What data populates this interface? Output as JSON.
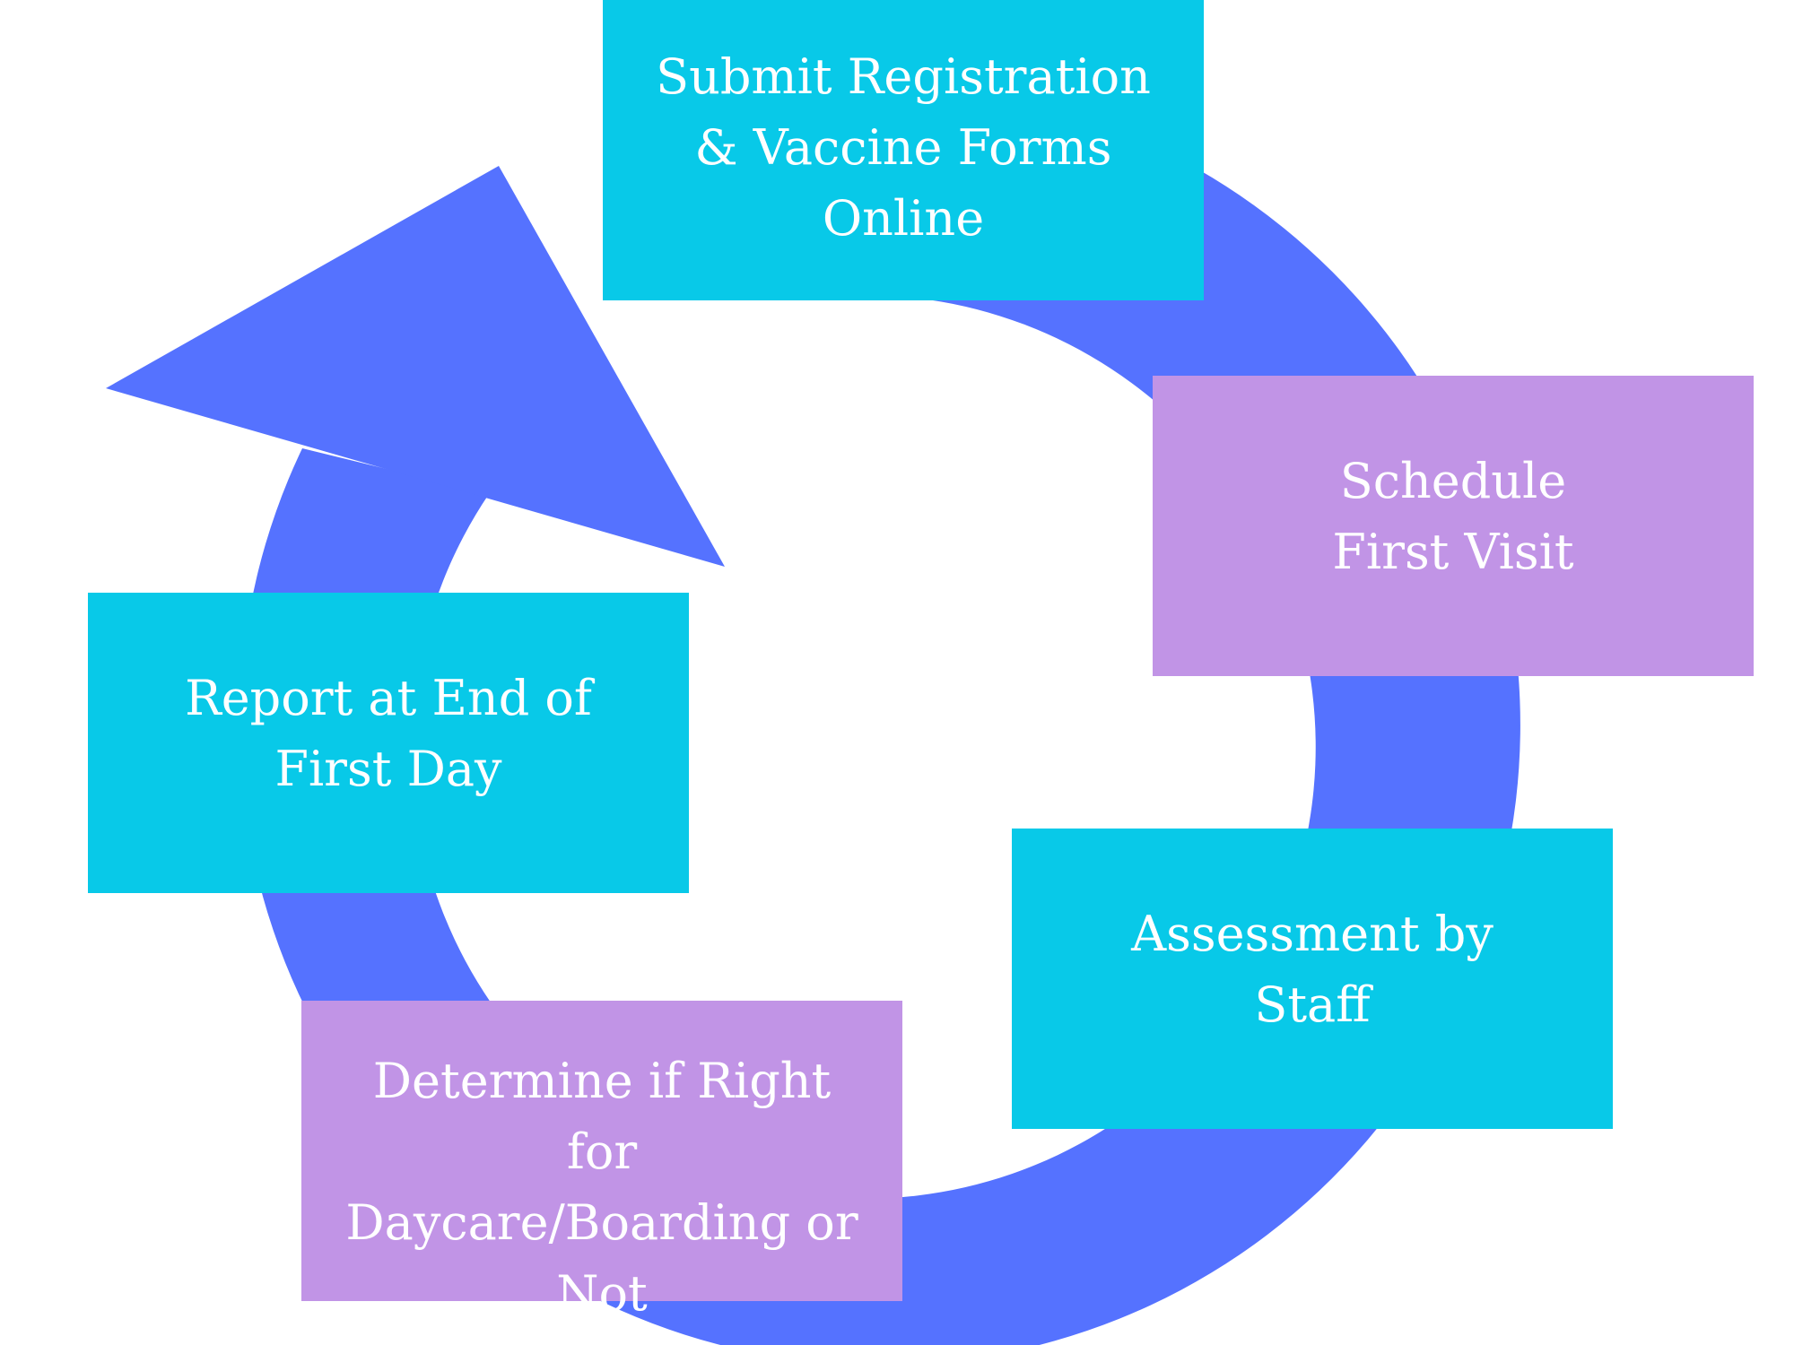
{
  "colors": {
    "arrow": "#5572ff",
    "cyan": "#08c9e8",
    "lavender": "#c194e6",
    "text": "#ffffff"
  },
  "steps": [
    {
      "label": "Submit Registration & Vaccine Forms Online",
      "color": "cyan"
    },
    {
      "label": "Schedule First Visit",
      "color": "lavender"
    },
    {
      "label": "Assessment by Staff",
      "color": "cyan"
    },
    {
      "label": "Determine if Right for Daycare/Boarding or Not",
      "color": "lavender"
    },
    {
      "label": "Report at End of First Day",
      "color": "cyan"
    }
  ]
}
